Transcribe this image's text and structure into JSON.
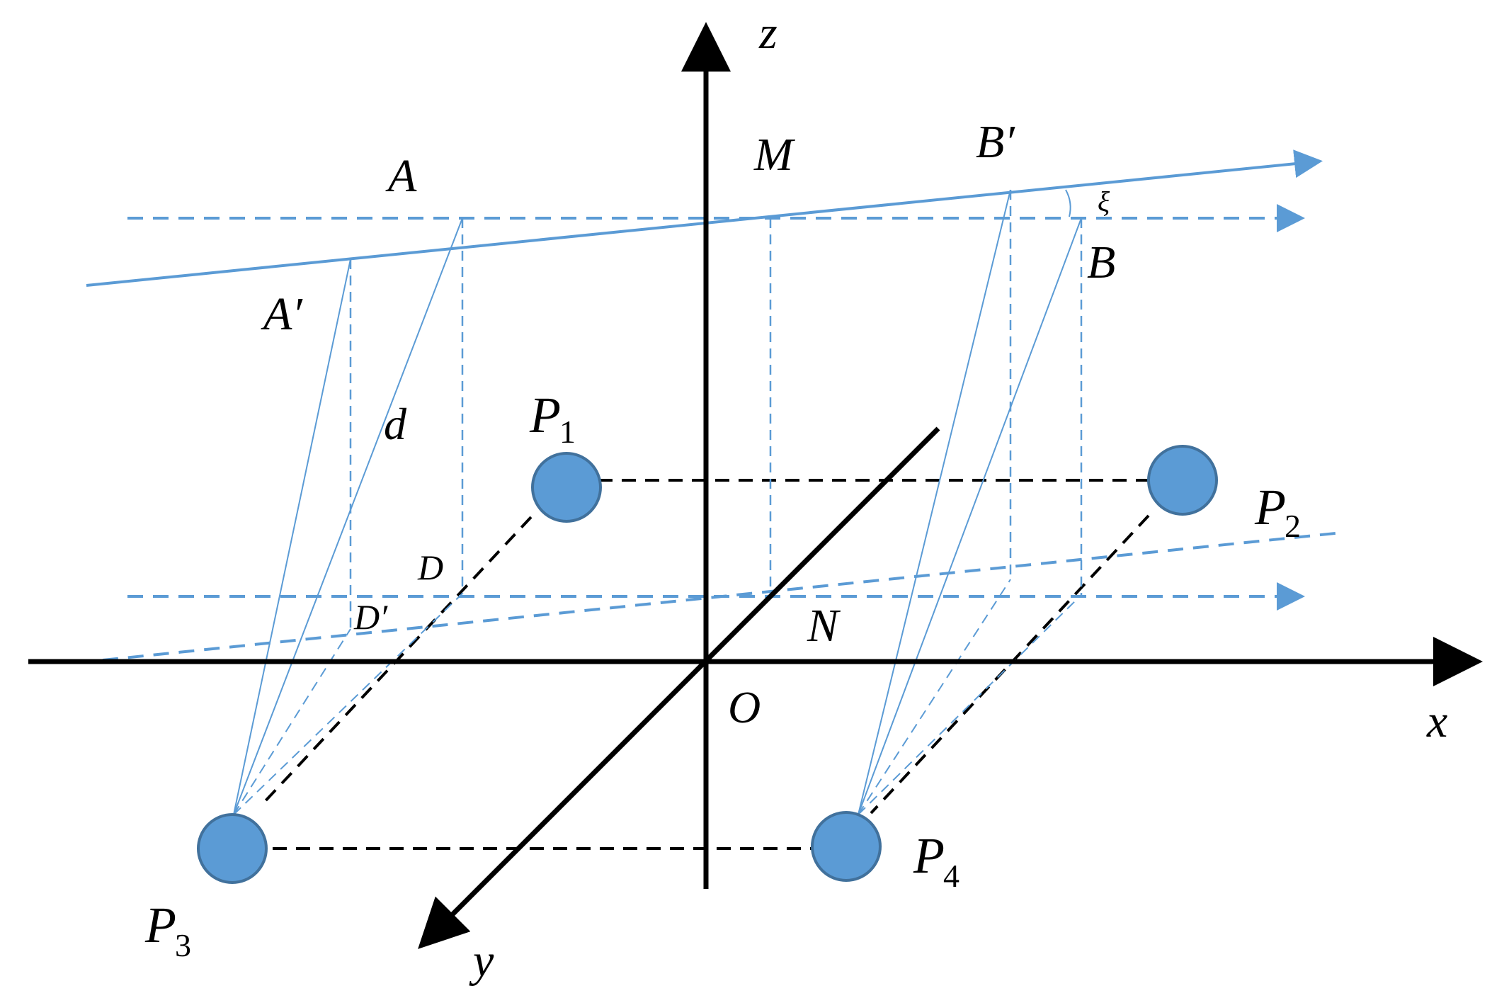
{
  "labels": {
    "axis_z": "z",
    "axis_x": "x",
    "axis_y": "y",
    "origin": "O",
    "M": "M",
    "N": "N",
    "A": "A",
    "A_prime": "A′",
    "B": "B",
    "B_prime": "B′",
    "D": "D",
    "D_prime": "D′",
    "d": "d",
    "xi": "ξ"
  },
  "nodes": [
    {
      "name": "P",
      "sub": "1"
    },
    {
      "name": "P",
      "sub": "2"
    },
    {
      "name": "P",
      "sub": "3"
    },
    {
      "name": "P",
      "sub": "4"
    }
  ],
  "colors": {
    "blue": "#5b9bd5",
    "node_fill": "#5b9bd5",
    "node_stroke": "#41719c",
    "axis": "#000000"
  }
}
